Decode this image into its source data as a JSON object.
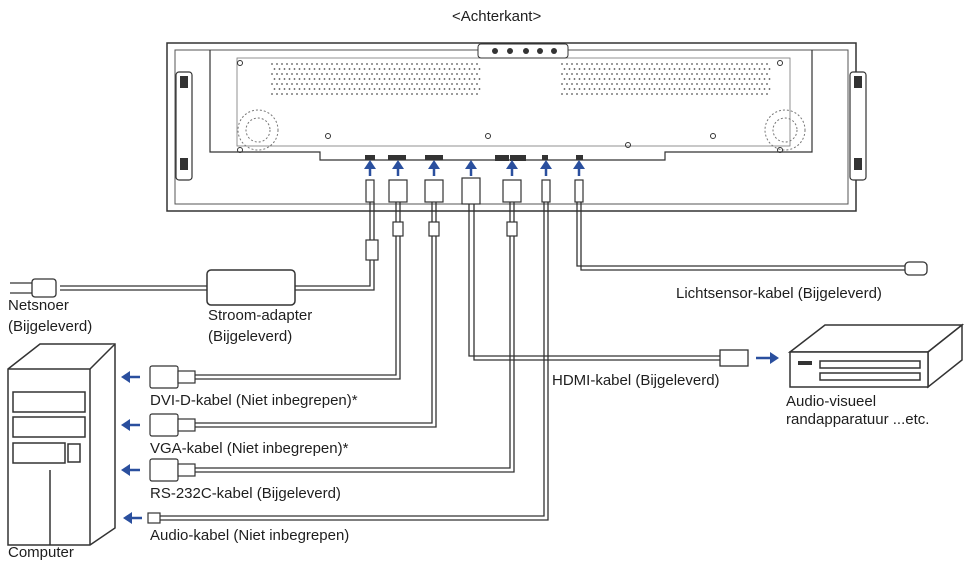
{
  "title": "<Achterkant>",
  "labels": {
    "power_cord": "Netsnoer",
    "power_cord_note": "(Bijgeleverd)",
    "power_adapter": "Stroom-adapter",
    "power_adapter_note": "(Bijgeleverd)",
    "light_sensor_cable": "Lichtsensor-kabel (Bijgeleverd)",
    "hdmi_cable": "HDMI-kabel (Bijgeleverd)",
    "dvi_cable": "DVI-D-kabel (Niet inbegrepen)*",
    "vga_cable": "VGA-kabel (Niet inbegrepen)*",
    "rs232_cable": "RS-232C-kabel (Bijgeleverd)",
    "audio_cable": "Audio-kabel (Niet inbegrepen)",
    "computer": "Computer",
    "av_device": "Audio-visueel",
    "av_device_2": "randapparatuur ...etc."
  },
  "colors": {
    "arrow": "#2a4f9e",
    "line": "#333333",
    "panel_fill": "#ffffff"
  }
}
